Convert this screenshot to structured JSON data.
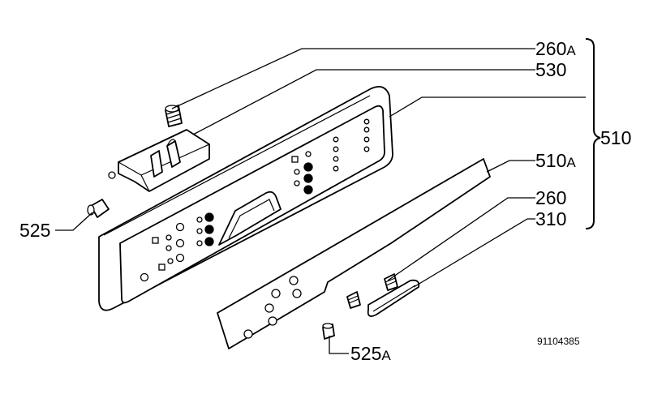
{
  "labels": {
    "l260a": {
      "main": "260",
      "suffix": "A"
    },
    "l530": {
      "main": "530"
    },
    "l510": {
      "main": "510"
    },
    "l510a": {
      "main": "510",
      "suffix": "A"
    },
    "l260": {
      "main": "260"
    },
    "l310": {
      "main": "310"
    },
    "l525": {
      "main": "525"
    },
    "l525a": {
      "main": "525",
      "suffix": "A"
    }
  },
  "drawing_code": "91104385"
}
